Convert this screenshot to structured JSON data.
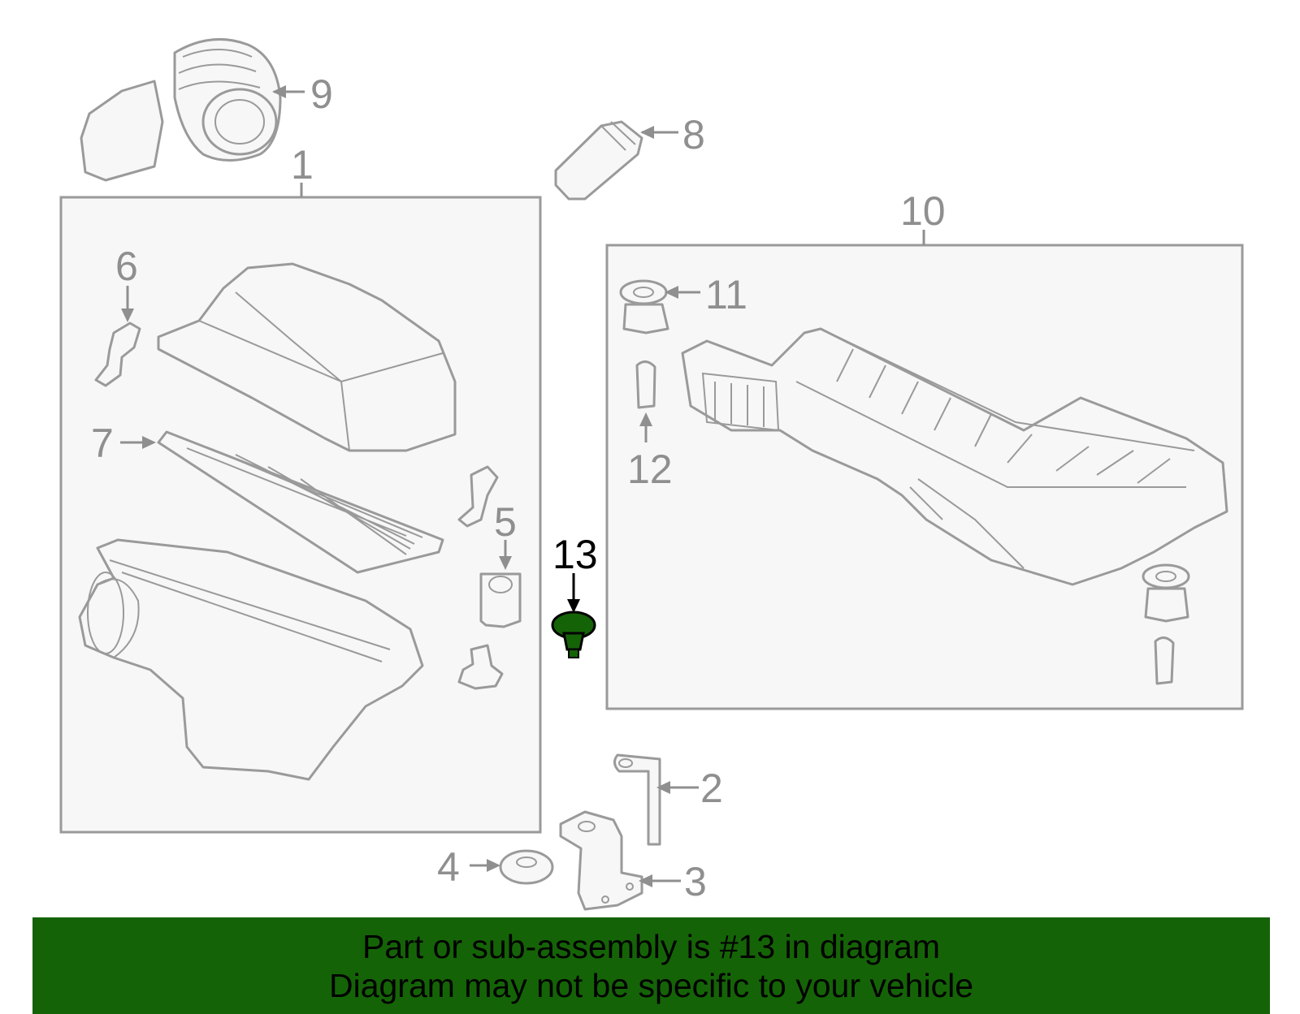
{
  "callouts": {
    "c1": "1",
    "c2": "2",
    "c3": "3",
    "c4": "4",
    "c5": "5",
    "c6": "6",
    "c7": "7",
    "c8": "8",
    "c9": "9",
    "c10": "10",
    "c11": "11",
    "c12": "12",
    "c13": "13"
  },
  "highlighted_part": "13",
  "colors": {
    "highlight": "#156307",
    "banner": "#156307",
    "line": "#9a9a9a"
  },
  "banner": {
    "line1": "Part or sub-assembly is #13 in diagram",
    "line2": "Diagram may not be specific to your vehicle"
  }
}
